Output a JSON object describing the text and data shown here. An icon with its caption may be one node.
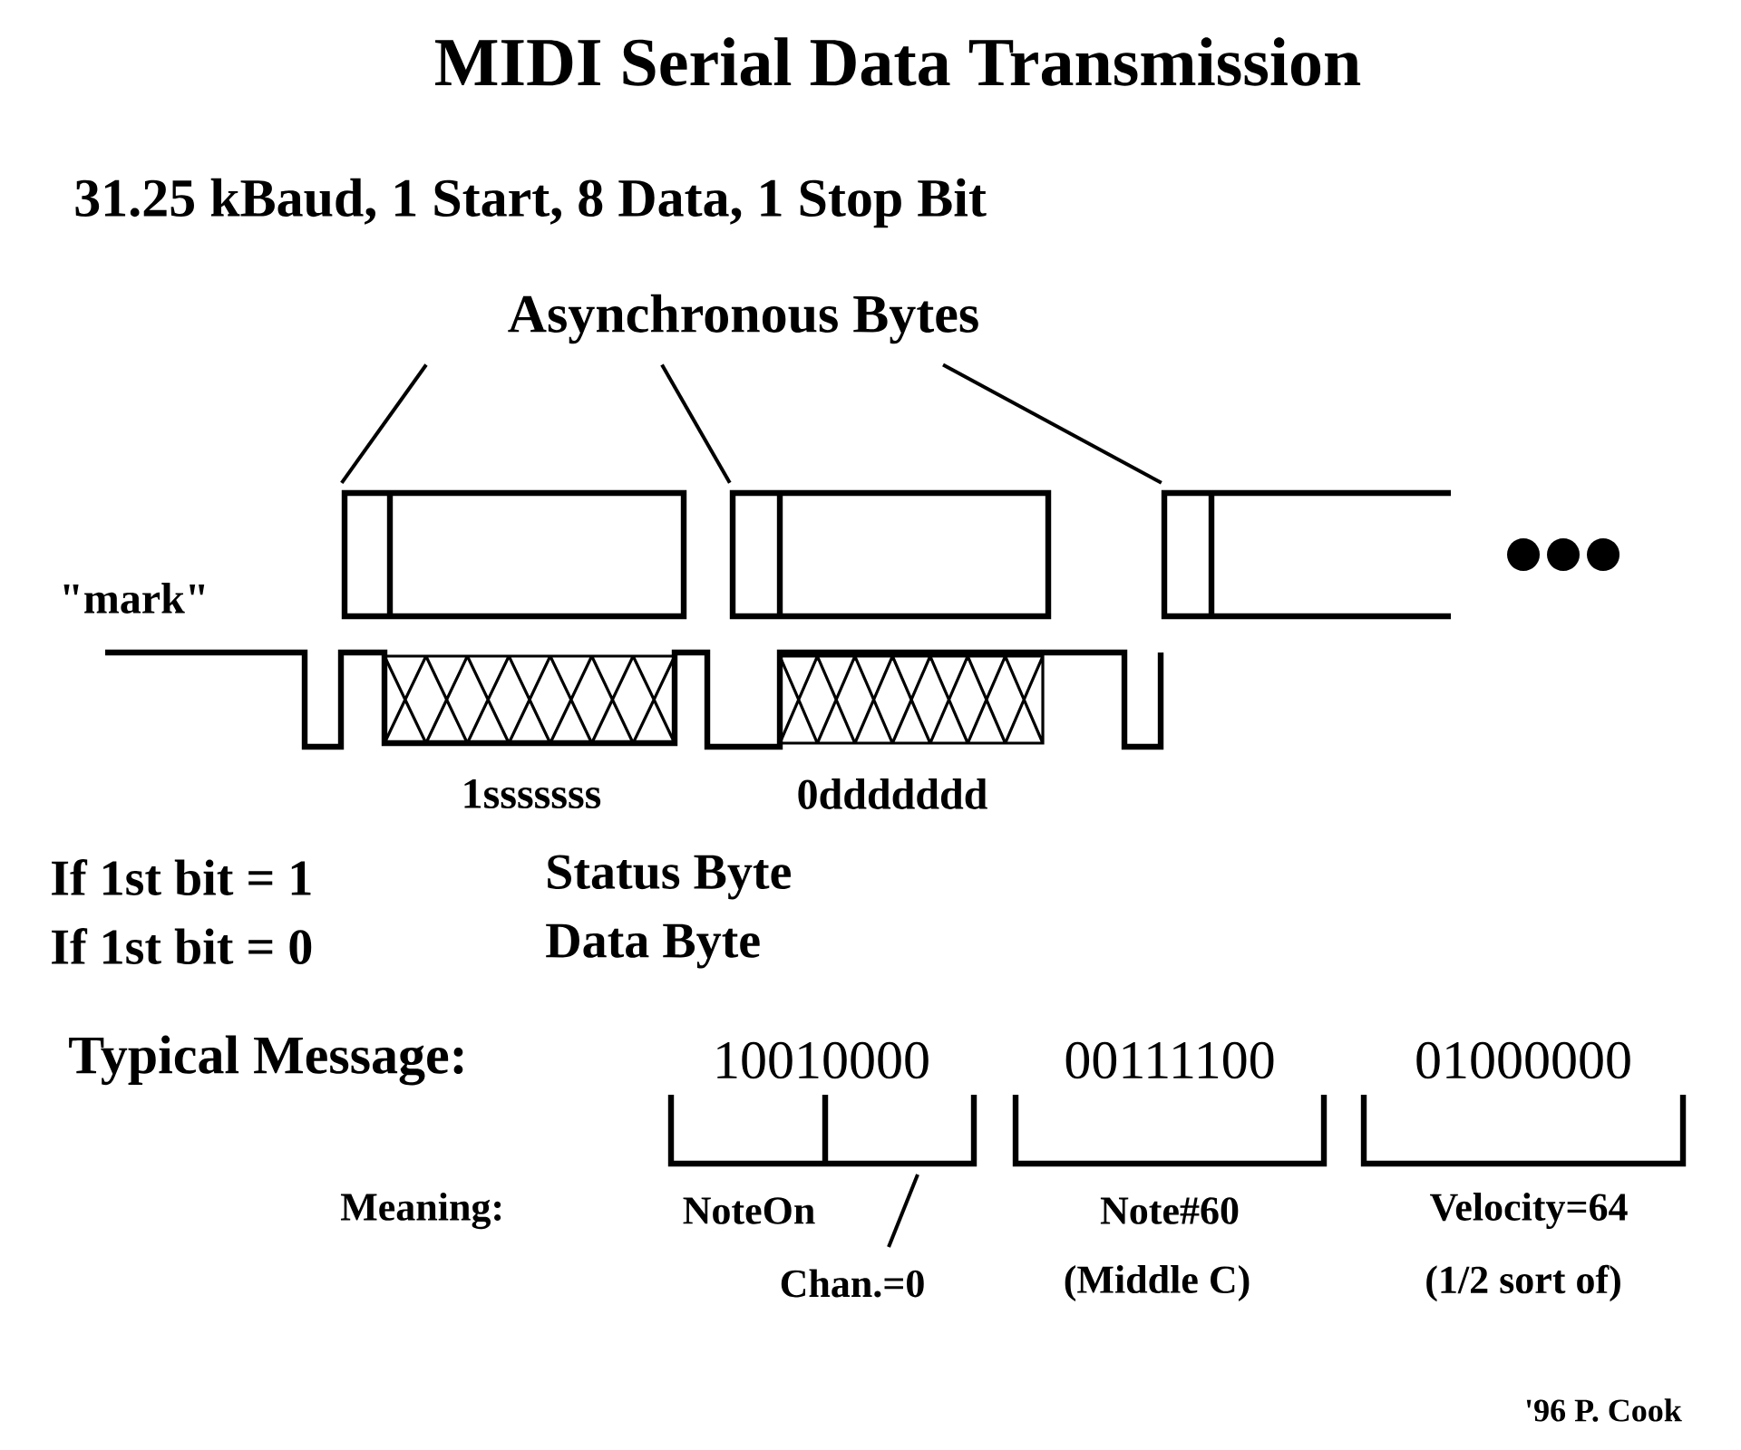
{
  "diagram": {
    "title": "MIDI Serial Data Transmission",
    "nodes": [
      {
        "text": [
          "Asynchronous Bytes"
        ]
      },
      {
        "text": [],
        "shape": "box"
      },
      {
        "text": [],
        "shape": "box"
      },
      {
        "text": [],
        "shape": "box"
      }
    ],
    "edges": [
      {
        "from": 0,
        "to": 1,
        "arrow": "none"
      },
      {
        "from": 0,
        "to": 2,
        "arrow": "none"
      },
      {
        "from": 0,
        "to": 3,
        "arrow": "none"
      }
    ],
    "labels": [
      "31.25 kBaud, 1 Start, 8 Data, 1 Stop Bit",
      "\"mark\"",
      "1sssssss",
      "0ddddddd",
      "If 1st bit = 1",
      "Status Byte",
      "If 1st bit = 0",
      "Data Byte",
      "Typical Message:",
      "10010000",
      "00111100",
      "01000000",
      "Meaning:",
      "NoteOn",
      "Note#60",
      "Velocity=64",
      "Chan.=0",
      "(Middle C)",
      "(1/2 sort of)",
      "'96 P. Cook"
    ]
  }
}
